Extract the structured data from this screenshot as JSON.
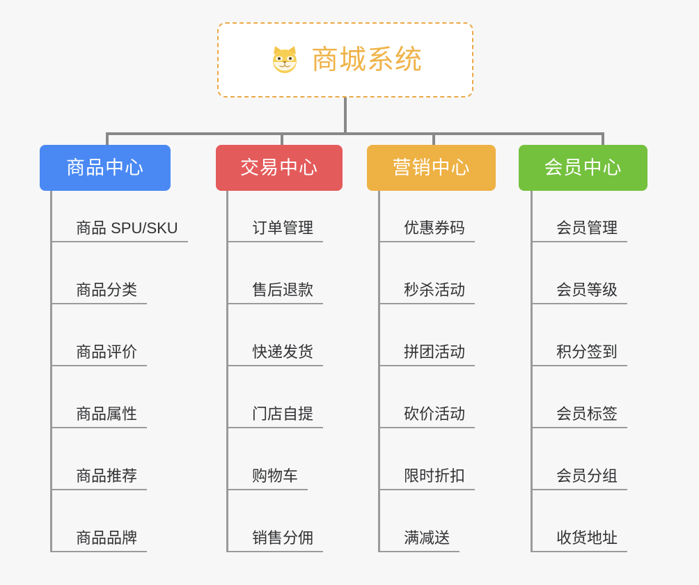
{
  "page": {
    "background_color": "#f7f7f7",
    "title": "商城系统 功能架构图"
  },
  "root": {
    "label": "商城系统",
    "icon": "shiba-dog-face-emoji",
    "text_color": "#efb34a",
    "border_color": "#eba845",
    "fill_color": "#ffffff"
  },
  "connector": {
    "color": "#888888"
  },
  "branches": [
    {
      "label": "商品中心",
      "color": "#4a89f3",
      "items": [
        "商品 SPU/SKU",
        "商品分类",
        "商品评价",
        "商品属性",
        "商品推荐",
        "商品品牌"
      ]
    },
    {
      "label": "交易中心",
      "color": "#e45b5b",
      "items": [
        "订单管理",
        "售后退款",
        "快递发货",
        "门店自提",
        "购物车",
        "销售分佣"
      ]
    },
    {
      "label": "营销中心",
      "color": "#eeb144",
      "items": [
        "优惠券码",
        "秒杀活动",
        "拼团活动",
        "砍价活动",
        "限时折扣",
        "满减送"
      ]
    },
    {
      "label": "会员中心",
      "color": "#74c13e",
      "items": [
        "会员管理",
        "会员等级",
        "积分签到",
        "会员标签",
        "会员分组",
        "收货地址"
      ]
    }
  ]
}
